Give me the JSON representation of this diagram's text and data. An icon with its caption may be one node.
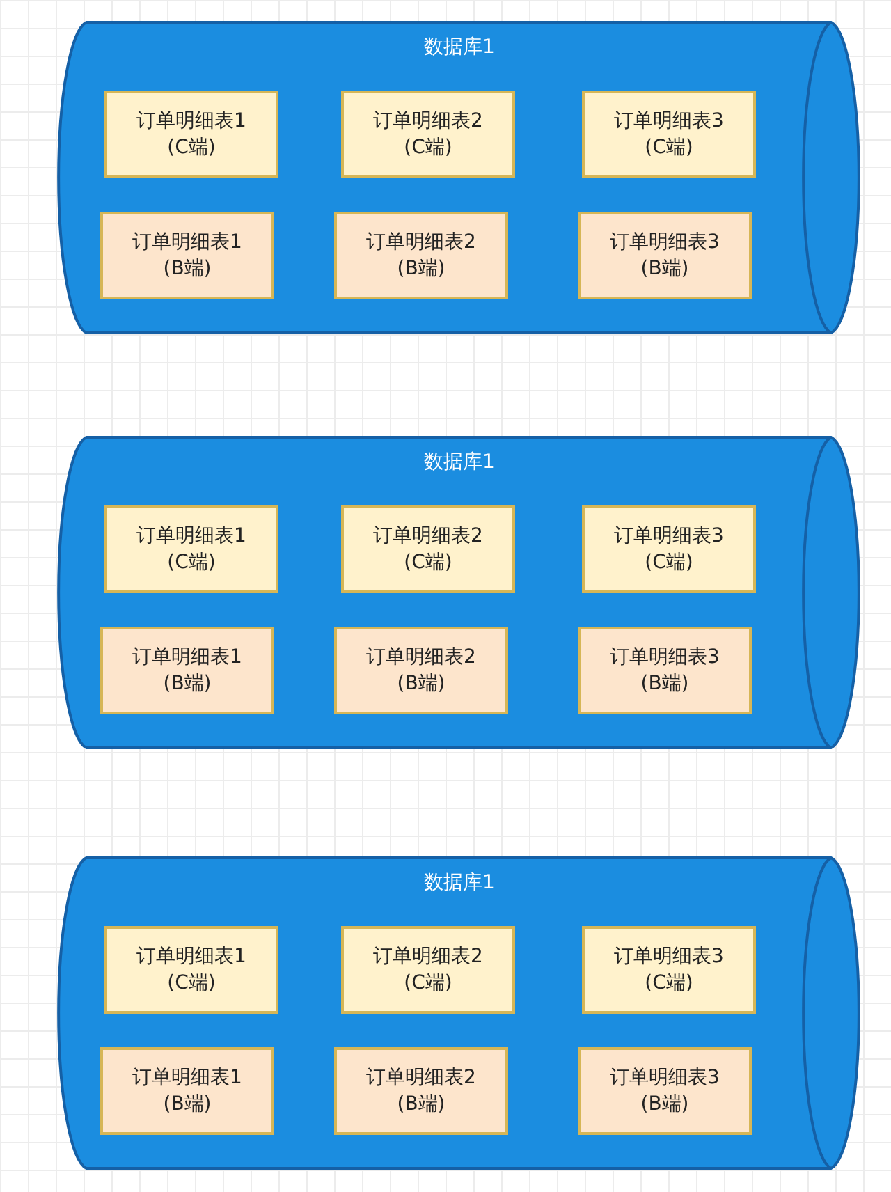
{
  "diagram": {
    "nodes": [
      {
        "text": [
          "数据库1"
        ]
      },
      {
        "text": [
          "订单明细表1 (C端)"
        ],
        "in": 0
      },
      {
        "text": [
          "订单明细表2 (C端)"
        ],
        "in": 0
      },
      {
        "text": [
          "订单明细表3 (C端)"
        ],
        "in": 0
      },
      {
        "text": [
          "订单明细表1 (B端)"
        ],
        "in": 0
      },
      {
        "text": [
          "订单明细表2 (B端)"
        ],
        "in": 0
      },
      {
        "text": [
          "订单明细表3 (B端)"
        ],
        "in": 0
      },
      {
        "text": [
          "数据库1"
        ]
      },
      {
        "text": [
          "订单明细表1 (C端)"
        ],
        "in": 7
      },
      {
        "text": [
          "订单明细表2 (C端)"
        ],
        "in": 7
      },
      {
        "text": [
          "订单明细表3 (C端)"
        ],
        "in": 7
      },
      {
        "text": [
          "订单明细表1 (B端)"
        ],
        "in": 7
      },
      {
        "text": [
          "订单明细表2 (B端)"
        ],
        "in": 7
      },
      {
        "text": [
          "订单明细表3 (B端)"
        ],
        "in": 7
      },
      {
        "text": [
          "数据库1"
        ]
      },
      {
        "text": [
          "订单明细表1 (C端)"
        ],
        "in": 14
      },
      {
        "text": [
          "订单明细表2 (C端)"
        ],
        "in": 14
      },
      {
        "text": [
          "订单明细表3 (C端)"
        ],
        "in": 14
      },
      {
        "text": [
          "订单明细表1 (B端)"
        ],
        "in": 14
      },
      {
        "text": [
          "订单明细表2 (B端)"
        ],
        "in": 14
      },
      {
        "text": [
          "订单明细表3 (B端)"
        ],
        "in": 14
      }
    ],
    "edges": []
  }
}
